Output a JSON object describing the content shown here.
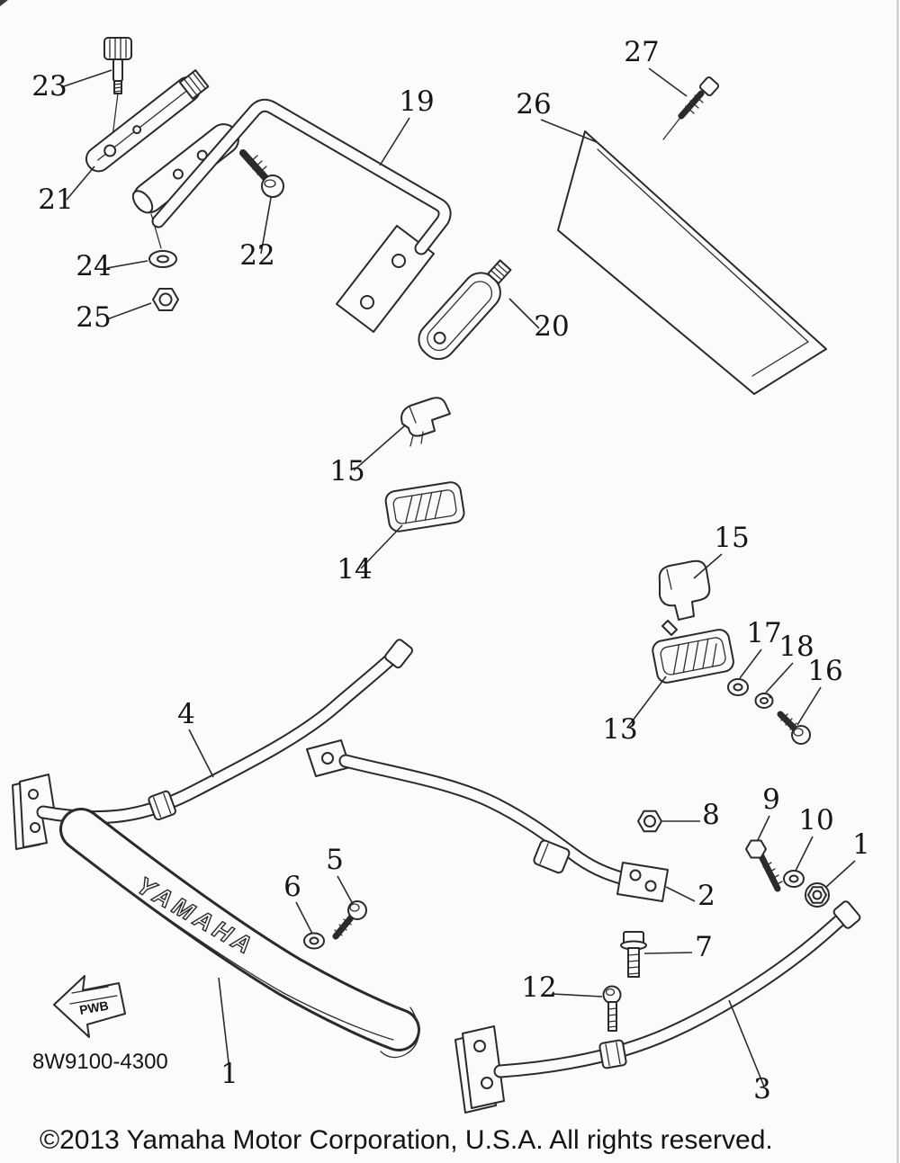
{
  "diagram": {
    "part_code": "8W9100-4300",
    "brand_text": "YAMAHA",
    "arrow_text": "PWB",
    "callouts": [
      {
        "label": "23"
      },
      {
        "label": "21"
      },
      {
        "label": "24"
      },
      {
        "label": "25"
      },
      {
        "label": "22"
      },
      {
        "label": "19"
      },
      {
        "label": "26"
      },
      {
        "label": "27"
      },
      {
        "label": "20"
      },
      {
        "label": "15"
      },
      {
        "label": "14"
      },
      {
        "label": "15"
      },
      {
        "label": "13"
      },
      {
        "label": "17"
      },
      {
        "label": "18"
      },
      {
        "label": "16"
      },
      {
        "label": "4"
      },
      {
        "label": "8"
      },
      {
        "label": "9"
      },
      {
        "label": "10"
      },
      {
        "label": "1"
      },
      {
        "label": "2"
      },
      {
        "label": "5"
      },
      {
        "label": "6"
      },
      {
        "label": "7"
      },
      {
        "label": "12"
      },
      {
        "label": "3"
      },
      {
        "label": "1"
      }
    ]
  },
  "footer": {
    "copyright": "©2013 Yamaha Motor Corporation, U.S.A. All rights reserved."
  }
}
